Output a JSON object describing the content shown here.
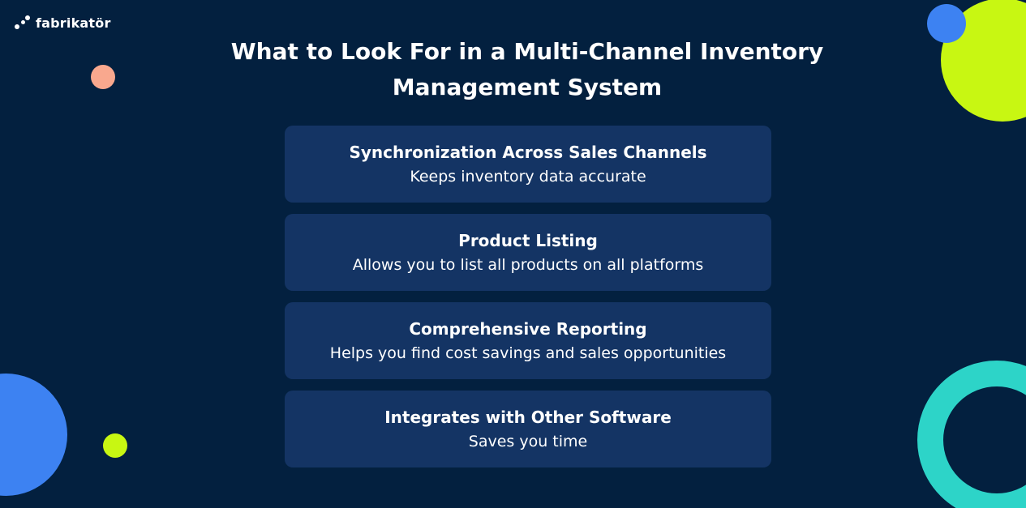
{
  "brand": {
    "name": "fabrikatör"
  },
  "title": "What to Look For in a Multi-Channel Inventory Management System",
  "cards": [
    {
      "title": "Synchronization Across Sales Channels",
      "description": "Keeps inventory data accurate"
    },
    {
      "title": "Product Listing",
      "description": "Allows you to list all products on all platforms"
    },
    {
      "title": "Comprehensive Reporting",
      "description": "Helps you find cost savings and sales opportunities"
    },
    {
      "title": "Integrates with Other Software",
      "description": "Saves you time"
    }
  ],
  "colors": {
    "background": "#03203f",
    "card": "#143464",
    "lime": "#c8f712",
    "blue": "#3d82f2",
    "salmon": "#f9a88e",
    "teal": "#2dd4c8"
  }
}
